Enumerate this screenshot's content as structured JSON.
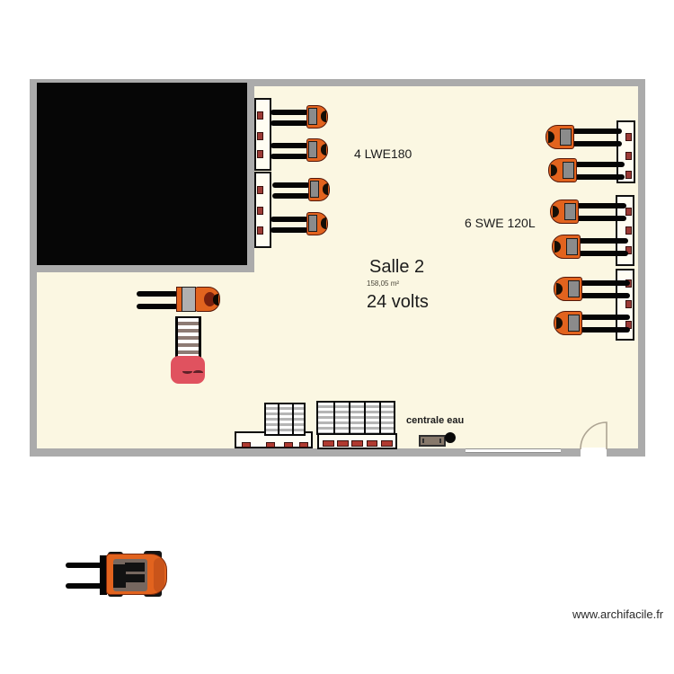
{
  "plan": {
    "room": {
      "name": "Salle 2",
      "area": "158,05 m²",
      "power": "24 volts"
    },
    "labels": {
      "left_group": "4 LWE180",
      "right_group": "6 SWE 120L",
      "water_station": "centrale eau"
    },
    "watermark": "www.archifacile.fr",
    "objects": {
      "left_pallet_trucks": 4,
      "right_pallet_trucks": 6,
      "charger_panels": 5,
      "chargers": 15,
      "storage_racks": 2,
      "rolling_stacker": 1,
      "forklift_outside": 1,
      "door": 1,
      "window": 1,
      "water_station": 1
    },
    "colors": {
      "wall": "#ababab",
      "floor": "#fbf7e2",
      "black_zone": "#060606",
      "truck_orange": "#e2631e",
      "charger_red": "#9c3a35",
      "stacker_red": "#e0525f"
    }
  }
}
